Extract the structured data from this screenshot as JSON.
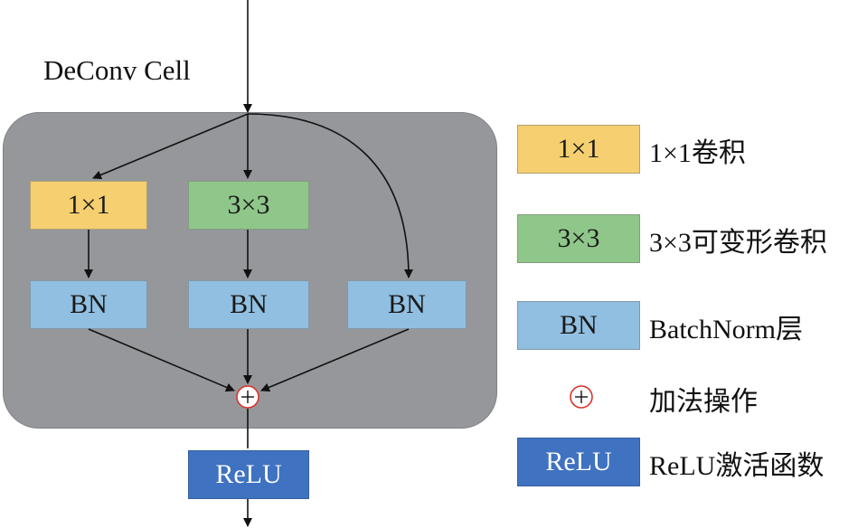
{
  "cell_title": "DeConv Cell",
  "diagram": {
    "conv1_label": "1×1",
    "conv3_label": "3×3",
    "bn_left_label": "BN",
    "bn_mid_label": "BN",
    "bn_right_label": "BN",
    "relu_label": "ReLU"
  },
  "legend": [
    {
      "swatch": "1×1",
      "text": "1×1卷积"
    },
    {
      "swatch": "3×3",
      "text": "3×3可变形卷积"
    },
    {
      "swatch": "BN",
      "text": "BatchNorm层"
    },
    {
      "swatch": "+",
      "text": "加法操作"
    },
    {
      "swatch": "ReLU",
      "text": "ReLU激活函数"
    }
  ],
  "colors": {
    "conv1x1": "#f5cf70",
    "conv3x3": "#8fc78a",
    "bn": "#91bfe1",
    "relu": "#3f72c0",
    "panel": "#95979b",
    "add": "#d9342b"
  }
}
